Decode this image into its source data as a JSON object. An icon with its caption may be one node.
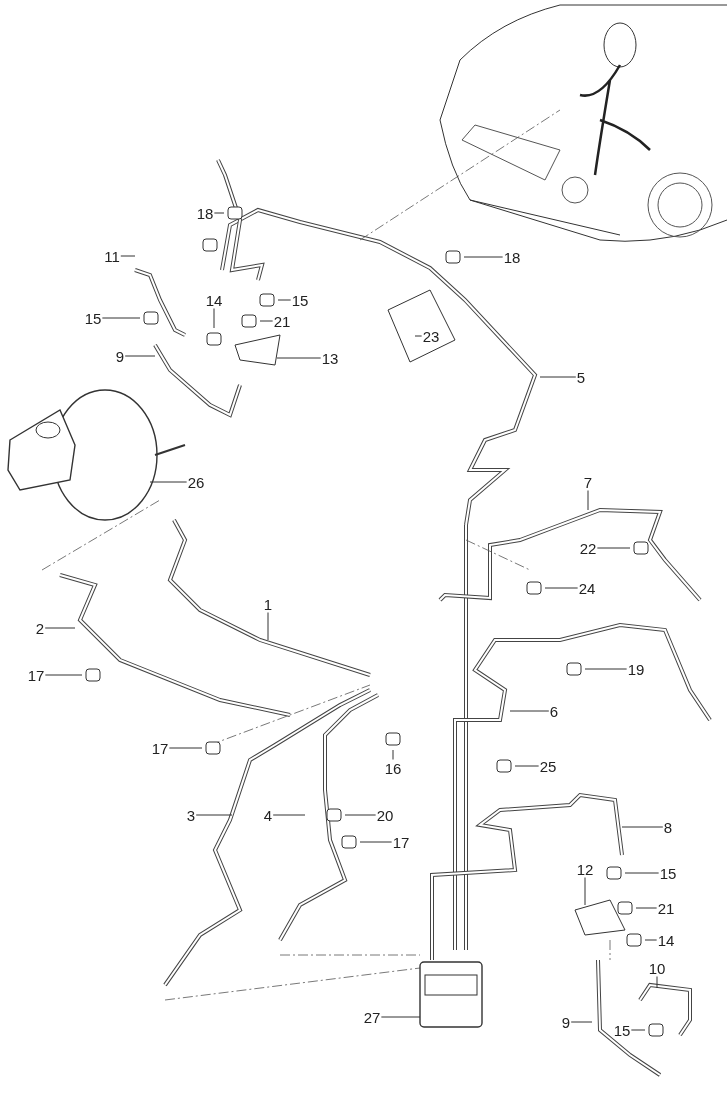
{
  "diagram": {
    "nodes": [
      {
        "text": [
          "18"
        ]
      },
      {
        "text": [
          "18"
        ]
      },
      {
        "text": [
          "11"
        ]
      },
      {
        "text": [
          "15"
        ]
      },
      {
        "text": [
          "14"
        ]
      },
      {
        "text": [
          "15"
        ]
      },
      {
        "text": [
          "21"
        ]
      },
      {
        "text": [
          "9"
        ]
      },
      {
        "text": [
          "13"
        ]
      },
      {
        "text": [
          "23"
        ]
      },
      {
        "text": [
          "5"
        ]
      },
      {
        "text": [
          "26"
        ]
      },
      {
        "text": [
          "7"
        ]
      },
      {
        "text": [
          "22"
        ]
      },
      {
        "text": [
          "1"
        ]
      },
      {
        "text": [
          "24"
        ]
      },
      {
        "text": [
          "2"
        ]
      },
      {
        "text": [
          "17"
        ]
      },
      {
        "text": [
          "19"
        ]
      },
      {
        "text": [
          "6"
        ]
      },
      {
        "text": [
          "17"
        ]
      },
      {
        "text": [
          "16"
        ]
      },
      {
        "text": [
          "25"
        ]
      },
      {
        "text": [
          "3"
        ]
      },
      {
        "text": [
          "4"
        ]
      },
      {
        "text": [
          "20"
        ]
      },
      {
        "text": [
          "17"
        ]
      },
      {
        "text": [
          "8"
        ]
      },
      {
        "text": [
          "12"
        ]
      },
      {
        "text": [
          "15"
        ]
      },
      {
        "text": [
          "21"
        ]
      },
      {
        "text": [
          "14"
        ]
      },
      {
        "text": [
          "10"
        ]
      },
      {
        "text": [
          "27"
        ]
      },
      {
        "text": [
          "9"
        ]
      },
      {
        "text": [
          "15"
        ]
      }
    ],
    "edges": [
      {
        "from": 0,
        "to": null,
        "arrow": "none"
      },
      {
        "from": 1,
        "to": null,
        "arrow": "none"
      },
      {
        "from": 2,
        "to": null,
        "arrow": "none"
      },
      {
        "from": 3,
        "to": null,
        "arrow": "none"
      },
      {
        "from": 4,
        "to": null,
        "arrow": "none"
      },
      {
        "from": 5,
        "to": null,
        "arrow": "none"
      },
      {
        "from": 6,
        "to": null,
        "arrow": "none"
      },
      {
        "from": 7,
        "to": null,
        "arrow": "none"
      },
      {
        "from": 8,
        "to": null,
        "arrow": "none"
      },
      {
        "from": 9,
        "to": null,
        "arrow": "none"
      },
      {
        "from": 10,
        "to": null,
        "arrow": "none"
      },
      {
        "from": 11,
        "to": null,
        "arrow": "none"
      },
      {
        "from": 12,
        "to": null,
        "arrow": "none"
      },
      {
        "from": 13,
        "to": null,
        "arrow": "none"
      },
      {
        "from": 14,
        "to": null,
        "arrow": "none"
      },
      {
        "from": 15,
        "to": null,
        "arrow": "none"
      },
      {
        "from": 16,
        "to": null,
        "arrow": "none"
      },
      {
        "from": 17,
        "to": null,
        "arrow": "none"
      },
      {
        "from": 18,
        "to": null,
        "arrow": "none"
      },
      {
        "from": 19,
        "to": null,
        "arrow": "none"
      },
      {
        "from": 20,
        "to": null,
        "arrow": "none"
      },
      {
        "from": 21,
        "to": null,
        "arrow": "none"
      },
      {
        "from": 22,
        "to": null,
        "arrow": "none"
      },
      {
        "from": 23,
        "to": null,
        "arrow": "none"
      },
      {
        "from": 24,
        "to": null,
        "arrow": "none"
      },
      {
        "from": 25,
        "to": null,
        "arrow": "none"
      },
      {
        "from": 26,
        "to": null,
        "arrow": "none"
      },
      {
        "from": 27,
        "to": null,
        "arrow": "none"
      },
      {
        "from": 28,
        "to": null,
        "arrow": "none"
      },
      {
        "from": 29,
        "to": null,
        "arrow": "none"
      },
      {
        "from": 30,
        "to": null,
        "arrow": "none"
      },
      {
        "from": 31,
        "to": null,
        "arrow": "none"
      },
      {
        "from": 32,
        "to": null,
        "arrow": "none"
      },
      {
        "from": 33,
        "to": null,
        "arrow": "none"
      },
      {
        "from": 34,
        "to": null,
        "arrow": "none"
      },
      {
        "from": 35,
        "to": null,
        "arrow": "none"
      }
    ]
  }
}
